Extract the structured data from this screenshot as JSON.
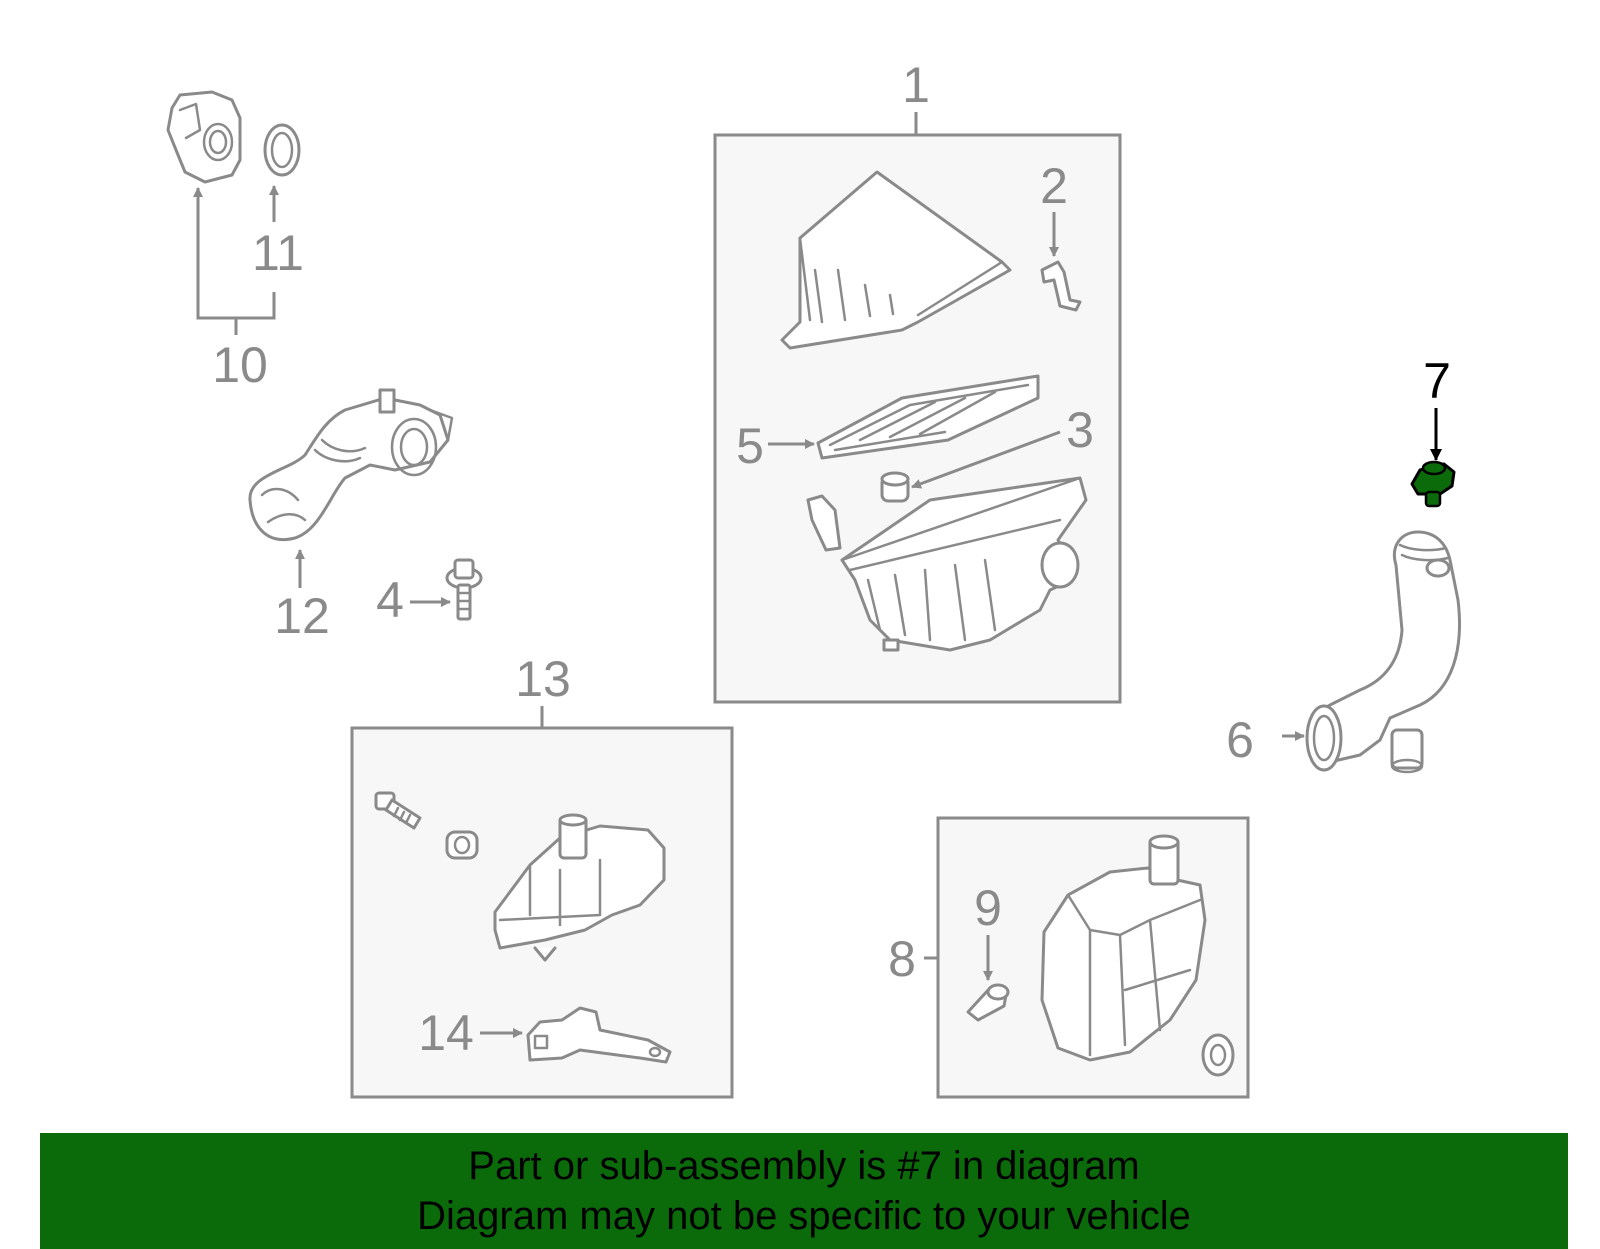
{
  "diagram": {
    "callouts": {
      "c1": "1",
      "c2": "2",
      "c3": "3",
      "c4": "4",
      "c5": "5",
      "c6": "6",
      "c7": "7",
      "c8": "8",
      "c9": "9",
      "c10": "10",
      "c11": "11",
      "c12": "12",
      "c13": "13",
      "c14": "14"
    },
    "highlighted_part": "7"
  },
  "banner": {
    "line1": "Part or sub-assembly is #7 in diagram",
    "line2": "Diagram may not be specific to your vehicle"
  },
  "colors": {
    "banner_bg": "#0b6b0b",
    "line_art": "#8a8a8a",
    "highlight_part": "#0b6b0b",
    "box_fill": "#f7f7f7"
  }
}
